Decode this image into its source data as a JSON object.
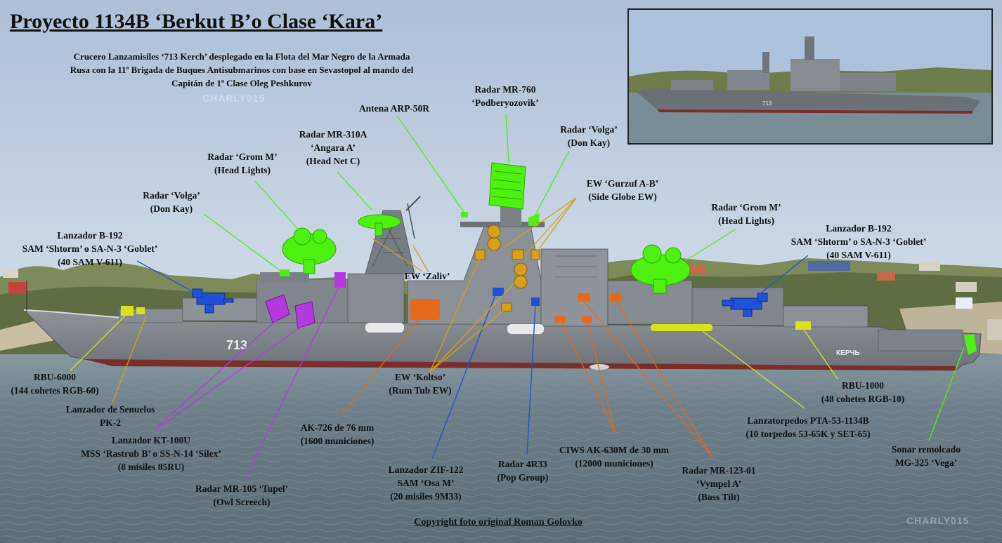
{
  "title": "Proyecto 1134B ‘Berkut B’o Clase ‘Kara’",
  "subtitle": [
    "Crucero Lanzamisiles ‘713 Kerch’ desplegado en la Flota del Mar Negro de la Armada",
    "Rusa con la 11ª Brigada de Buques Antisubmarinos con base en Sevastopol al mando del",
    "Capitán de 1ª Clase Oleg Peshkurov"
  ],
  "watermark": "CHARLY015",
  "hull_number": "713",
  "ship_name": "КЕРЧЬ",
  "copyright": "Copyright foto original Roman Golovko",
  "colors": {
    "sky": "#b9c9dc",
    "sea": "#6d7f88",
    "hull": "#7f858a",
    "green": "#4df00f",
    "blue": "#1f52d6",
    "purple": "#b43ae0",
    "orange": "#e6681b",
    "gold": "#d7a017",
    "yellow": "#d8e21a"
  },
  "labels": {
    "radar_mr760": [
      "Radar MR-760",
      "‘Podberyozovik’"
    ],
    "antena_arp50r": [
      "Antena ARP-50R"
    ],
    "radar_volga_fwd": [
      "Radar ‘Volga’",
      "(Don Kay)"
    ],
    "radar_mr310a": [
      "Radar MR-310A",
      "‘Angara A’",
      "(Head Net C)"
    ],
    "radar_grom_fwd": [
      "Radar ‘Grom M’",
      "(Head Lights)"
    ],
    "radar_volga_aft": [
      "Radar ‘Volga’",
      "(Don Kay)"
    ],
    "ew_gurzuf": [
      "EW ‘Gurzuf A-B’",
      "(Side Globe EW)"
    ],
    "radar_grom_aft": [
      "Radar ‘Grom M’",
      "(Head Lights)"
    ],
    "lanzador_b192_fwd": [
      "Lanzador B-192",
      "SAM ‘Shtorm’ o SA-N-3 ‘Goblet’",
      "(40 SAM V-611)"
    ],
    "lanzador_b192_aft": [
      "Lanzador B-192",
      "SAM ‘Shtorm’ o SA-N-3 ‘Goblet’",
      "(40 SAM V-611)"
    ],
    "ew_zaliv": [
      "EW ‘Zaliv’"
    ],
    "rbu6000": [
      "RBU-6000",
      "(144 cohetes RGB-60)"
    ],
    "senuelos": [
      "Lanzador de Senuelos",
      "PK-2"
    ],
    "kt100u": [
      "Lanzador KT-100U",
      "MSS ‘Rastrub B’ o SS-N-14 ‘Silex’",
      "(8 misiles 85RU)"
    ],
    "mr105": [
      "Radar MR-105 ‘Tupel’",
      "(Owl Screech)"
    ],
    "ew_koltso": [
      "EW ‘Koltso’",
      "(Rum Tub EW)"
    ],
    "ak726": [
      "AK-726 de 76 mm",
      "(1600 municiones)"
    ],
    "zif122": [
      "Lanzador ZIF-122",
      "SAM ‘Osa M’",
      "(20 misiles 9M33)"
    ],
    "radar_4r33": [
      "Radar 4R33",
      "(Pop Group)"
    ],
    "ciws": [
      "CIWS AK-630M de 30 mm",
      "(12000 municiones)"
    ],
    "mr12301": [
      "Radar MR-123-01",
      "‘Vympel A’",
      "(Bass Tilt)"
    ],
    "rbu1000": [
      "RBU-1000",
      "(48 cohetes RGB-10)"
    ],
    "pta53": [
      "Lanzatorpedos PTA-53-1134B",
      "(10 torpedos 53-65K y SET-65)"
    ],
    "sonar": [
      "Sonar remolcado",
      "MG-325 ‘Vega’"
    ]
  }
}
